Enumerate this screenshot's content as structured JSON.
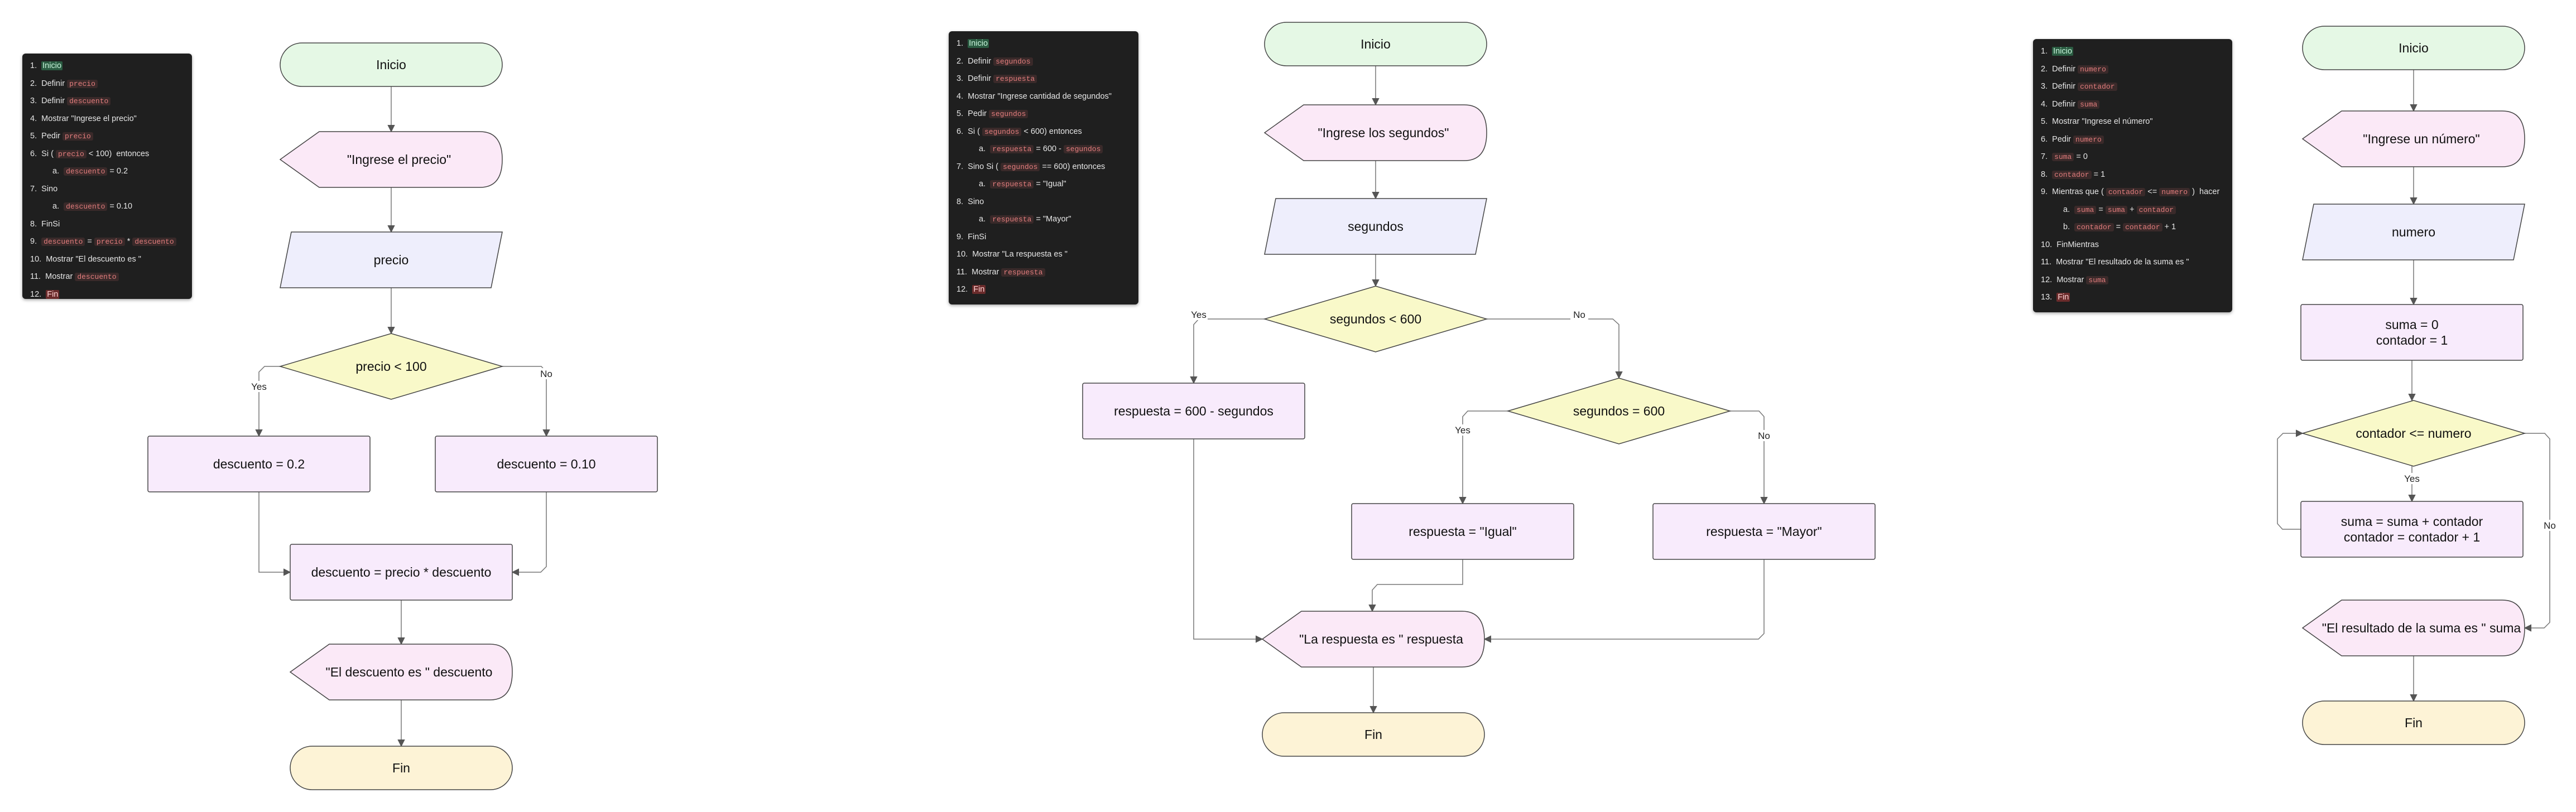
{
  "pseudocode": [
    {
      "steps": [
        [
          {
            "t": "1.  "
          },
          {
            "t": "Inicio",
            "c": "start"
          }
        ],
        [
          {
            "t": "2.  Definir "
          },
          {
            "t": "precio",
            "c": "code"
          }
        ],
        [
          {
            "t": "3.  Definir "
          },
          {
            "t": "descuento",
            "c": "code"
          }
        ],
        [
          {
            "t": "4.  Mostrar \"Ingrese el precio\""
          }
        ],
        [
          {
            "t": "5.  Pedir "
          },
          {
            "t": "precio",
            "c": "code"
          }
        ],
        [
          {
            "t": "6.  Si ( "
          },
          {
            "t": "precio",
            "c": "code"
          },
          {
            "t": " < 100)  entonces"
          }
        ],
        [
          {
            "t": "a.  ",
            "i": 1
          },
          {
            "t": "descuento",
            "c": "code"
          },
          {
            "t": " = 0.2"
          }
        ],
        [
          {
            "t": "7.  Sino"
          }
        ],
        [
          {
            "t": "a.  ",
            "i": 1
          },
          {
            "t": "descuento",
            "c": "code"
          },
          {
            "t": " = 0.10"
          }
        ],
        [
          {
            "t": "8.  FinSi"
          }
        ],
        [
          {
            "t": "9.  "
          },
          {
            "t": "descuento",
            "c": "code"
          },
          {
            "t": " = "
          },
          {
            "t": "precio",
            "c": "code"
          },
          {
            "t": " * "
          },
          {
            "t": "descuento",
            "c": "code"
          }
        ],
        [
          {
            "t": "10.  Mostrar \"El descuento es \""
          }
        ],
        [
          {
            "t": "11.  Mostrar "
          },
          {
            "t": "descuento",
            "c": "code"
          }
        ],
        [
          {
            "t": "12.  "
          },
          {
            "t": "Fin",
            "c": "end"
          }
        ]
      ]
    },
    {
      "steps": [
        [
          {
            "t": "1.  "
          },
          {
            "t": "Inicio",
            "c": "start"
          }
        ],
        [
          {
            "t": "2.  Definir "
          },
          {
            "t": "segundos",
            "c": "code"
          }
        ],
        [
          {
            "t": "3.  Definir "
          },
          {
            "t": "respuesta",
            "c": "code"
          }
        ],
        [
          {
            "t": "4.  Mostrar \"Ingrese cantidad de segundos\""
          }
        ],
        [
          {
            "t": "5.  Pedir "
          },
          {
            "t": "segundos",
            "c": "code"
          }
        ],
        [
          {
            "t": "6.  Si ( "
          },
          {
            "t": "segundos",
            "c": "code"
          },
          {
            "t": " < 600) entonces"
          }
        ],
        [
          {
            "t": "a.  ",
            "i": 1
          },
          {
            "t": "respuesta",
            "c": "code"
          },
          {
            "t": " = 600 - "
          },
          {
            "t": "segundos",
            "c": "code"
          }
        ],
        [
          {
            "t": "7.  Sino Si ( "
          },
          {
            "t": "segundos",
            "c": "code"
          },
          {
            "t": " == 600) entonces"
          }
        ],
        [
          {
            "t": "a.  ",
            "i": 1
          },
          {
            "t": "respuesta",
            "c": "code"
          },
          {
            "t": " = \"Igual\""
          }
        ],
        [
          {
            "t": "8.  Sino"
          }
        ],
        [
          {
            "t": "a.  ",
            "i": 1
          },
          {
            "t": "respuesta",
            "c": "code"
          },
          {
            "t": " = \"Mayor\""
          }
        ],
        [
          {
            "t": "9.  FinSi"
          }
        ],
        [
          {
            "t": "10.  Mostrar \"La respuesta es \""
          }
        ],
        [
          {
            "t": "11.  Mostrar "
          },
          {
            "t": "respuesta",
            "c": "code"
          }
        ],
        [
          {
            "t": "12.  "
          },
          {
            "t": "Fin",
            "c": "end"
          }
        ]
      ]
    },
    {
      "steps": [
        [
          {
            "t": "1.  "
          },
          {
            "t": "Inicio",
            "c": "start"
          }
        ],
        [
          {
            "t": "2.  Definir "
          },
          {
            "t": "numero",
            "c": "code"
          }
        ],
        [
          {
            "t": "3.  Definir "
          },
          {
            "t": "contador",
            "c": "code"
          }
        ],
        [
          {
            "t": "4.  Definir "
          },
          {
            "t": "suma",
            "c": "code"
          }
        ],
        [
          {
            "t": "5.  Mostrar \"Ingrese el número\""
          }
        ],
        [
          {
            "t": "6.  Pedir "
          },
          {
            "t": "numero",
            "c": "code"
          }
        ],
        [
          {
            "t": "7.  "
          },
          {
            "t": "suma",
            "c": "code"
          },
          {
            "t": " = 0"
          }
        ],
        [
          {
            "t": "8.  "
          },
          {
            "t": "contador",
            "c": "code"
          },
          {
            "t": " = 1"
          }
        ],
        [
          {
            "t": "9.  Mientras que ( "
          },
          {
            "t": "contador",
            "c": "code"
          },
          {
            "t": " <= "
          },
          {
            "t": "numero",
            "c": "code"
          },
          {
            "t": " )  hacer"
          }
        ],
        [
          {
            "t": "a.  ",
            "i": 1
          },
          {
            "t": "suma",
            "c": "code"
          },
          {
            "t": " = "
          },
          {
            "t": "suma",
            "c": "code"
          },
          {
            "t": " + "
          },
          {
            "t": "contador",
            "c": "code"
          }
        ],
        [
          {
            "t": "b.  ",
            "i": 1
          },
          {
            "t": "contador",
            "c": "code"
          },
          {
            "t": " = "
          },
          {
            "t": "contador",
            "c": "code"
          },
          {
            "t": " + 1"
          }
        ],
        [
          {
            "t": "10.  FinMientras"
          }
        ],
        [
          {
            "t": "11.  Mostrar \"El resultado de la suma es \""
          }
        ],
        [
          {
            "t": "12.  Mostrar "
          },
          {
            "t": "suma",
            "c": "code"
          }
        ],
        [
          {
            "t": "13.  "
          },
          {
            "t": "Fin",
            "c": "end"
          }
        ]
      ]
    }
  ],
  "flowcharts": [
    {
      "nodes": [
        {
          "id": "a_inicio",
          "shape": "terminal",
          "lines": [
            "Inicio"
          ]
        },
        {
          "id": "a_display1",
          "shape": "display",
          "lines": [
            "\"Ingrese el precio\""
          ]
        },
        {
          "id": "a_input",
          "shape": "io",
          "lines": [
            "precio"
          ]
        },
        {
          "id": "a_decision",
          "shape": "decision",
          "lines": [
            "precio < 100"
          ]
        },
        {
          "id": "a_yes",
          "shape": "process",
          "lines": [
            "descuento = 0.2"
          ]
        },
        {
          "id": "a_no",
          "shape": "process",
          "lines": [
            "descuento = 0.10"
          ]
        },
        {
          "id": "a_calc",
          "shape": "process",
          "lines": [
            "descuento = precio * descuento"
          ]
        },
        {
          "id": "a_display2",
          "shape": "display",
          "lines": [
            "\"El descuento es \" descuento"
          ]
        },
        {
          "id": "a_fin",
          "shape": "fin",
          "lines": [
            "Fin"
          ]
        }
      ],
      "edges": [
        {
          "from": "a_inicio",
          "to": "a_display1"
        },
        {
          "from": "a_display1",
          "to": "a_input"
        },
        {
          "from": "a_input",
          "to": "a_decision"
        },
        {
          "from": "a_decision",
          "to": "a_yes",
          "label": "Yes"
        },
        {
          "from": "a_decision",
          "to": "a_no",
          "label": "No"
        },
        {
          "from": "a_yes",
          "to": "a_calc"
        },
        {
          "from": "a_no",
          "to": "a_calc"
        },
        {
          "from": "a_calc",
          "to": "a_display2"
        },
        {
          "from": "a_display2",
          "to": "a_fin"
        }
      ]
    },
    {
      "nodes": [
        {
          "id": "b_inicio",
          "shape": "terminal",
          "lines": [
            "Inicio"
          ]
        },
        {
          "id": "b_display1",
          "shape": "display",
          "lines": [
            "\"Ingrese los segundos\""
          ]
        },
        {
          "id": "b_input",
          "shape": "io",
          "lines": [
            "segundos"
          ]
        },
        {
          "id": "b_dec1",
          "shape": "decision",
          "lines": [
            "segundos < 600"
          ]
        },
        {
          "id": "b_proc1",
          "shape": "process",
          "lines": [
            "respuesta = 600 - segundos"
          ]
        },
        {
          "id": "b_dec2",
          "shape": "decision",
          "lines": [
            "segundos = 600"
          ]
        },
        {
          "id": "b_proc2",
          "shape": "process",
          "lines": [
            "respuesta = \"Igual\""
          ]
        },
        {
          "id": "b_proc3",
          "shape": "process",
          "lines": [
            "respuesta = \"Mayor\""
          ]
        },
        {
          "id": "b_display2",
          "shape": "display",
          "lines": [
            "\"La respuesta es \" respuesta"
          ]
        },
        {
          "id": "b_fin",
          "shape": "fin",
          "lines": [
            "Fin"
          ]
        }
      ],
      "edges": [
        {
          "from": "b_inicio",
          "to": "b_display1"
        },
        {
          "from": "b_display1",
          "to": "b_input"
        },
        {
          "from": "b_input",
          "to": "b_dec1"
        },
        {
          "from": "b_dec1",
          "to": "b_proc1",
          "label": "Yes"
        },
        {
          "from": "b_dec1",
          "to": "b_dec2",
          "label": "No"
        },
        {
          "from": "b_dec2",
          "to": "b_proc2",
          "label": "Yes"
        },
        {
          "from": "b_dec2",
          "to": "b_proc3",
          "label": "No"
        },
        {
          "from": "b_proc1",
          "to": "b_display2"
        },
        {
          "from": "b_proc2",
          "to": "b_display2"
        },
        {
          "from": "b_proc3",
          "to": "b_display2"
        },
        {
          "from": "b_display2",
          "to": "b_fin"
        }
      ]
    },
    {
      "nodes": [
        {
          "id": "c_inicio",
          "shape": "terminal",
          "lines": [
            "Inicio"
          ]
        },
        {
          "id": "c_display1",
          "shape": "display",
          "lines": [
            "\"Ingrese  un número\""
          ]
        },
        {
          "id": "c_input",
          "shape": "io",
          "lines": [
            "numero"
          ]
        },
        {
          "id": "c_init",
          "shape": "process",
          "lines": [
            "suma = 0",
            "contador  = 1"
          ]
        },
        {
          "id": "c_dec",
          "shape": "decision",
          "lines": [
            "contador <= numero"
          ]
        },
        {
          "id": "c_body",
          "shape": "process",
          "lines": [
            "suma = suma + contador",
            "contador = contador + 1"
          ]
        },
        {
          "id": "c_display2",
          "shape": "display",
          "lines": [
            "\"El resultado de la suma es \" suma"
          ]
        },
        {
          "id": "c_fin",
          "shape": "fin",
          "lines": [
            "Fin"
          ]
        }
      ],
      "edges": [
        {
          "from": "c_inicio",
          "to": "c_display1"
        },
        {
          "from": "c_display1",
          "to": "c_input"
        },
        {
          "from": "c_input",
          "to": "c_init"
        },
        {
          "from": "c_init",
          "to": "c_dec"
        },
        {
          "from": "c_dec",
          "to": "c_body",
          "label": "Yes"
        },
        {
          "from": "c_dec",
          "to": "c_display2",
          "label": "No"
        },
        {
          "from": "c_body",
          "to": "c_dec"
        },
        {
          "from": "c_display2",
          "to": "c_fin"
        }
      ]
    }
  ]
}
